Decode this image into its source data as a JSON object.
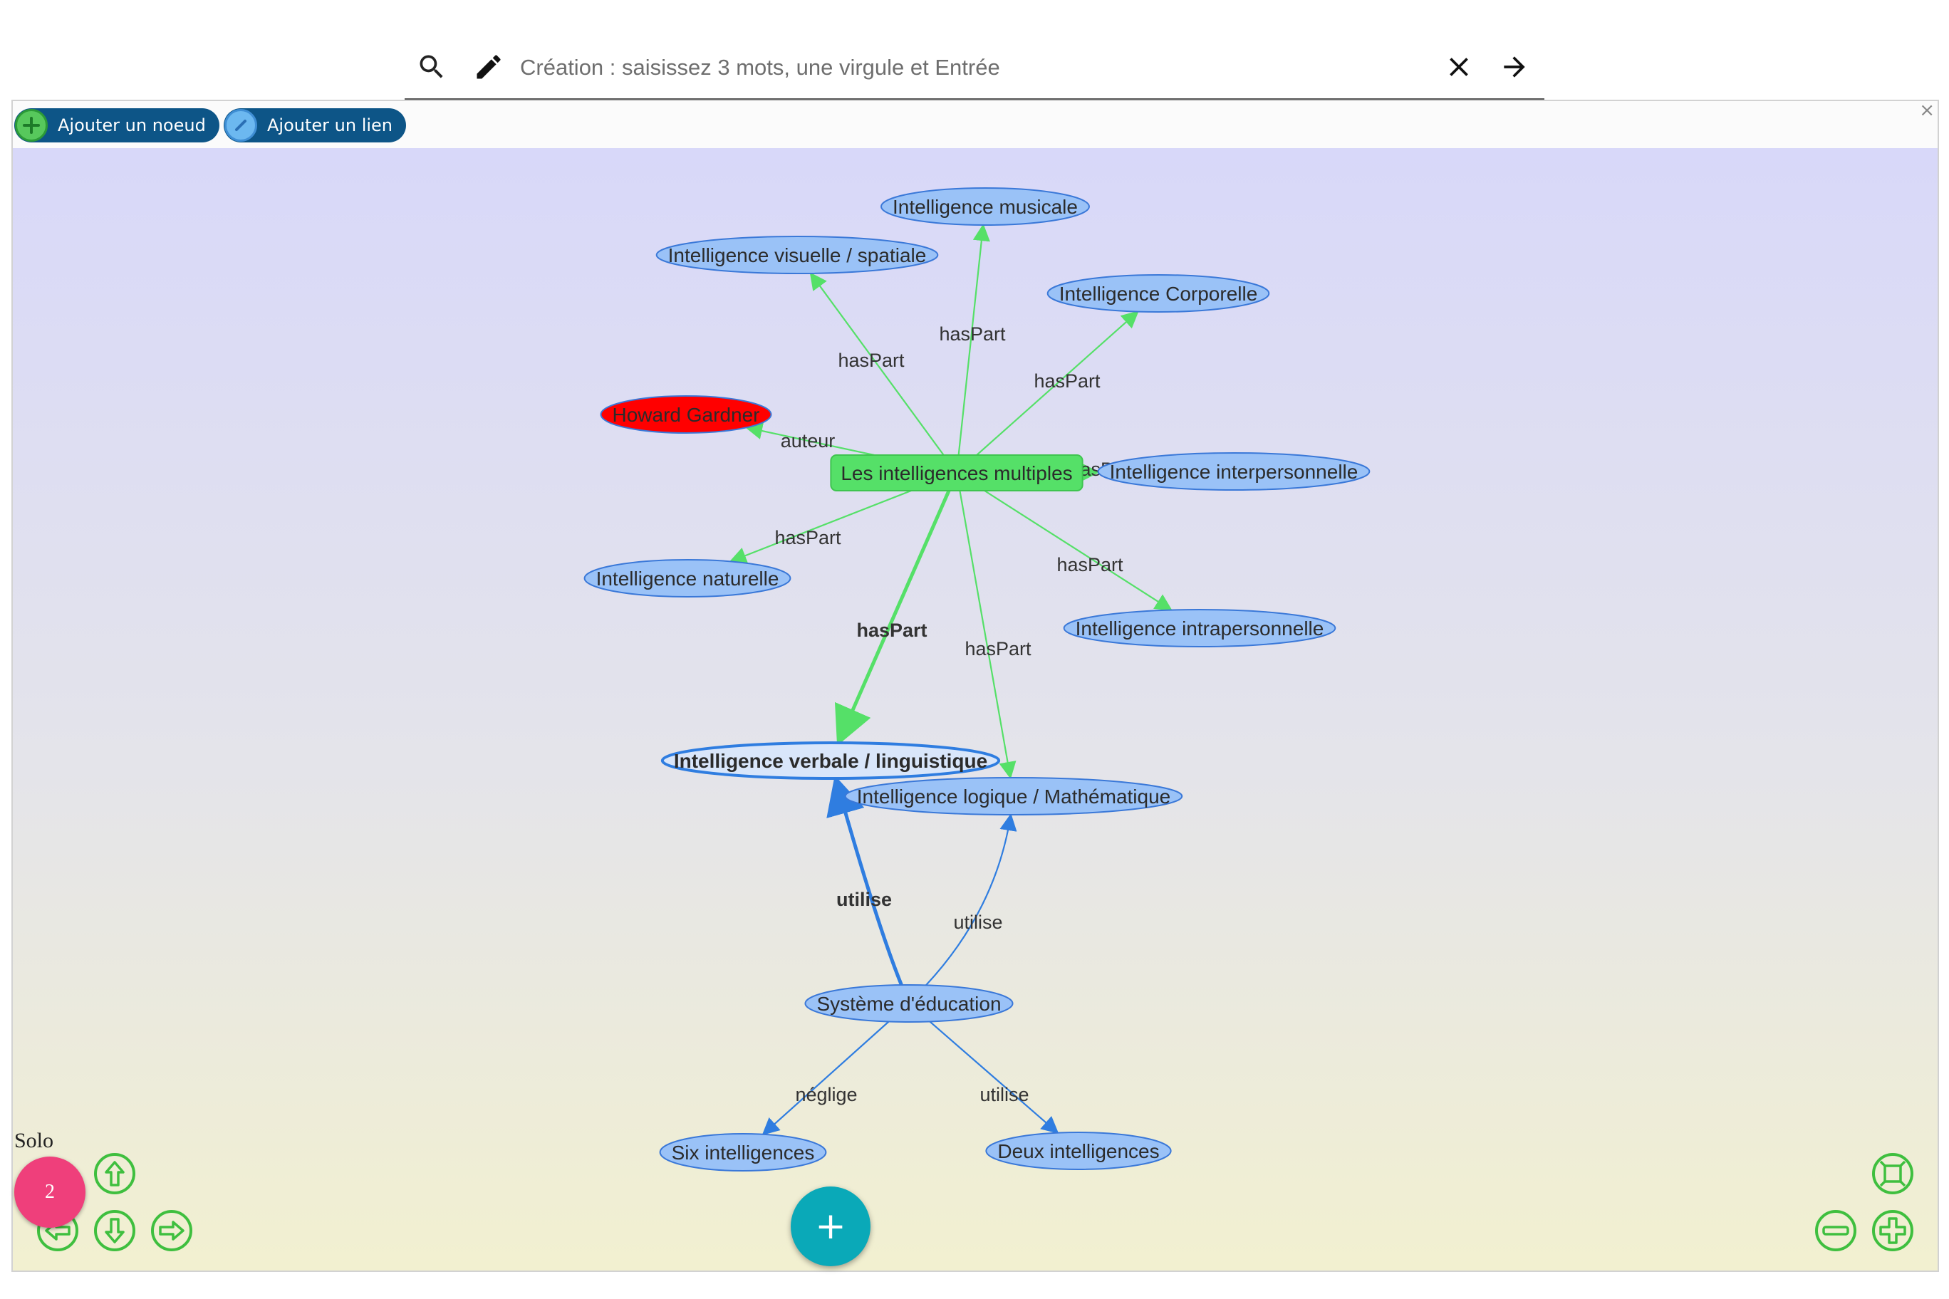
{
  "search": {
    "placeholder": "Création : saisissez 3 mots, une virgule et Entrée",
    "icons": [
      "search-icon",
      "pencil-icon",
      "clear-icon",
      "arrow-right-icon"
    ]
  },
  "toolbar": {
    "add_node_label": "Ajouter un noeud",
    "add_link_label": "Ajouter un lien",
    "close_label": "×"
  },
  "graph": {
    "nodes": [
      {
        "id": "center",
        "label": "Les intelligences multiples",
        "shape": "box",
        "color": "#55e068"
      },
      {
        "id": "musicale",
        "label": "Intelligence musicale",
        "shape": "ellipse",
        "color": "#9ac2f7"
      },
      {
        "id": "visuelle",
        "label": "Intelligence visuelle / spatiale",
        "shape": "ellipse",
        "color": "#9ac2f7"
      },
      {
        "id": "corporelle",
        "label": "Intelligence Corporelle",
        "shape": "ellipse",
        "color": "#9ac2f7"
      },
      {
        "id": "gardner",
        "label": "Howard Gardner",
        "shape": "ellipse",
        "color": "#ff0000"
      },
      {
        "id": "interpersonnelle",
        "label": "Intelligence interpersonnelle",
        "shape": "ellipse",
        "color": "#9ac2f7"
      },
      {
        "id": "naturelle",
        "label": "Intelligence naturelle",
        "shape": "ellipse",
        "color": "#9ac2f7"
      },
      {
        "id": "intrapersonnelle",
        "label": "Intelligence intrapersonnelle",
        "shape": "ellipse",
        "color": "#9ac2f7"
      },
      {
        "id": "verbale",
        "label": "Intelligence verbale / linguistique",
        "shape": "ellipse",
        "color": "#d9e6fa",
        "selected": true
      },
      {
        "id": "logique",
        "label": "Intelligence logique / Mathématique",
        "shape": "ellipse",
        "color": "#9ac2f7"
      },
      {
        "id": "education",
        "label": "Système d'éducation",
        "shape": "ellipse",
        "color": "#9ac2f7"
      },
      {
        "id": "six",
        "label": "Six intelligences",
        "shape": "ellipse",
        "color": "#9ac2f7"
      },
      {
        "id": "deux",
        "label": "Deux intelligences",
        "shape": "ellipse",
        "color": "#9ac2f7"
      }
    ],
    "edges": [
      {
        "from": "center",
        "to": "musicale",
        "label": "hasPart",
        "color": "#55e068"
      },
      {
        "from": "center",
        "to": "visuelle",
        "label": "hasPart",
        "color": "#55e068"
      },
      {
        "from": "center",
        "to": "corporelle",
        "label": "hasPart",
        "color": "#55e068"
      },
      {
        "from": "center",
        "to": "gardner",
        "label": "auteur",
        "color": "#55e068"
      },
      {
        "from": "center",
        "to": "interpersonnelle",
        "label": "hasPart",
        "color": "#55e068"
      },
      {
        "from": "center",
        "to": "naturelle",
        "label": "hasPart",
        "color": "#55e068"
      },
      {
        "from": "center",
        "to": "intrapersonnelle",
        "label": "hasPart",
        "color": "#55e068"
      },
      {
        "from": "center",
        "to": "verbale",
        "label": "hasPart",
        "color": "#55e068",
        "bold": true
      },
      {
        "from": "center",
        "to": "logique",
        "label": "hasPart",
        "color": "#55e068"
      },
      {
        "from": "education",
        "to": "verbale",
        "label": "utilise",
        "color": "#2f7de0",
        "bold": true
      },
      {
        "from": "education",
        "to": "logique",
        "label": "utilise",
        "color": "#2f7de0"
      },
      {
        "from": "education",
        "to": "six",
        "label": "néglige",
        "color": "#2f7de0"
      },
      {
        "from": "education",
        "to": "deux",
        "label": "utilise",
        "color": "#2f7de0"
      }
    ]
  },
  "bottom": {
    "solo_label": "Solo",
    "badge_count": "2",
    "fab_label": "+",
    "nav_icons": [
      "arrow-up-icon",
      "arrow-left-icon",
      "arrow-down-icon",
      "arrow-right-icon"
    ],
    "zoom_icons": [
      "fit-view-icon",
      "zoom-out-icon",
      "zoom-in-icon"
    ],
    "control_color": "#3fbf3f"
  }
}
